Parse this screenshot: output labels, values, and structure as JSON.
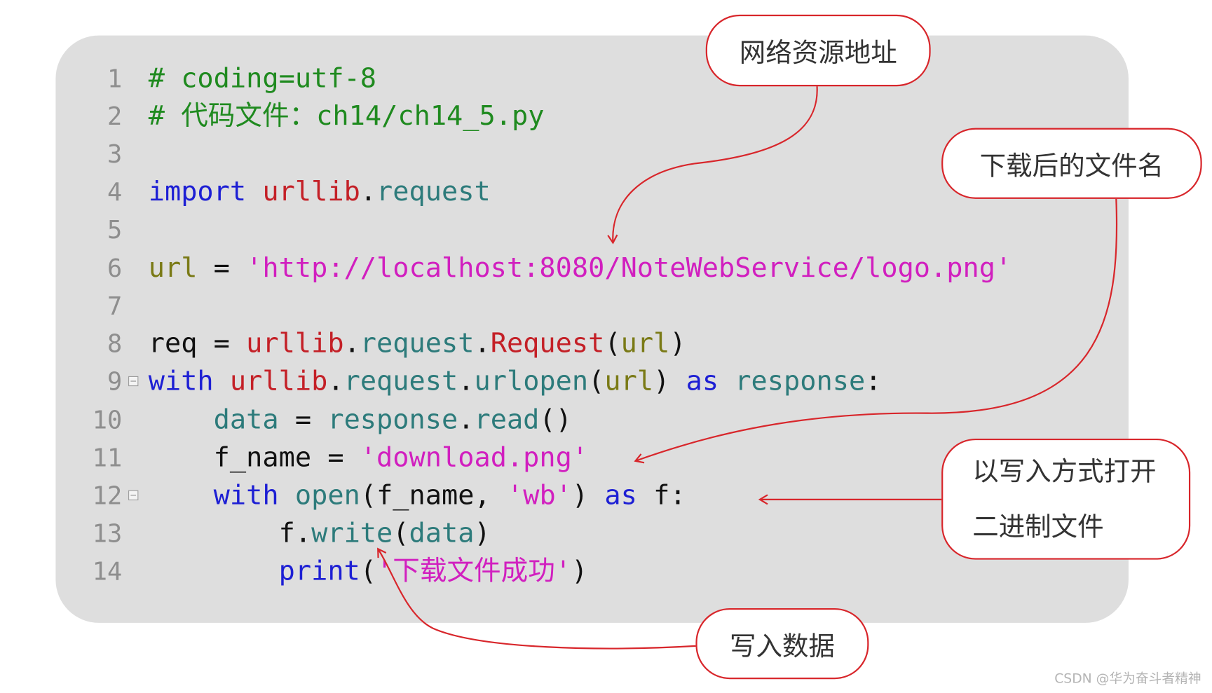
{
  "code_lines": [
    {
      "num": "1",
      "tokens": [
        {
          "t": "# coding=utf-8",
          "c": "cm"
        }
      ]
    },
    {
      "num": "2",
      "tokens": [
        {
          "t": "# 代码文件：ch14/ch14_5.py",
          "c": "cm"
        }
      ]
    },
    {
      "num": "3",
      "tokens": []
    },
    {
      "num": "4",
      "tokens": [
        {
          "t": "import",
          "c": "kw"
        },
        {
          "t": " ",
          "c": "txt"
        },
        {
          "t": "urllib",
          "c": "mod"
        },
        {
          "t": ".",
          "c": "txt"
        },
        {
          "t": "request",
          "c": "id"
        }
      ]
    },
    {
      "num": "5",
      "tokens": []
    },
    {
      "num": "6",
      "tokens": [
        {
          "t": "url",
          "c": "var"
        },
        {
          "t": " = ",
          "c": "txt"
        },
        {
          "t": "'http://localhost:8080/NoteWebService/logo.png'",
          "c": "str"
        }
      ]
    },
    {
      "num": "7",
      "tokens": []
    },
    {
      "num": "8",
      "tokens": [
        {
          "t": "req",
          "c": "txt"
        },
        {
          "t": " = ",
          "c": "txt"
        },
        {
          "t": "urllib",
          "c": "mod"
        },
        {
          "t": ".",
          "c": "txt"
        },
        {
          "t": "request",
          "c": "id"
        },
        {
          "t": ".",
          "c": "txt"
        },
        {
          "t": "Request",
          "c": "cls"
        },
        {
          "t": "(",
          "c": "txt"
        },
        {
          "t": "url",
          "c": "var"
        },
        {
          "t": ")",
          "c": "txt"
        }
      ]
    },
    {
      "num": "9",
      "fold": true,
      "tokens": [
        {
          "t": "with",
          "c": "kw"
        },
        {
          "t": " ",
          "c": "txt"
        },
        {
          "t": "urllib",
          "c": "mod"
        },
        {
          "t": ".",
          "c": "txt"
        },
        {
          "t": "request",
          "c": "id"
        },
        {
          "t": ".",
          "c": "txt"
        },
        {
          "t": "urlopen",
          "c": "id"
        },
        {
          "t": "(",
          "c": "txt"
        },
        {
          "t": "url",
          "c": "var"
        },
        {
          "t": ") ",
          "c": "txt"
        },
        {
          "t": "as",
          "c": "kw"
        },
        {
          "t": " ",
          "c": "txt"
        },
        {
          "t": "response",
          "c": "id"
        },
        {
          "t": ":",
          "c": "txt"
        }
      ]
    },
    {
      "num": "10",
      "tokens": [
        {
          "t": "    ",
          "c": "txt"
        },
        {
          "t": "data",
          "c": "id"
        },
        {
          "t": " = ",
          "c": "txt"
        },
        {
          "t": "response",
          "c": "id"
        },
        {
          "t": ".",
          "c": "txt"
        },
        {
          "t": "read",
          "c": "id"
        },
        {
          "t": "()",
          "c": "txt"
        }
      ]
    },
    {
      "num": "11",
      "tokens": [
        {
          "t": "    ",
          "c": "txt"
        },
        {
          "t": "f_name",
          "c": "txt"
        },
        {
          "t": " = ",
          "c": "txt"
        },
        {
          "t": "'download.png'",
          "c": "str"
        }
      ]
    },
    {
      "num": "12",
      "fold": true,
      "tokens": [
        {
          "t": "    ",
          "c": "txt"
        },
        {
          "t": "with",
          "c": "kw"
        },
        {
          "t": " ",
          "c": "txt"
        },
        {
          "t": "open",
          "c": "id"
        },
        {
          "t": "(",
          "c": "txt"
        },
        {
          "t": "f_name",
          "c": "txt"
        },
        {
          "t": ", ",
          "c": "txt"
        },
        {
          "t": "'wb'",
          "c": "str"
        },
        {
          "t": ") ",
          "c": "txt"
        },
        {
          "t": "as",
          "c": "kw"
        },
        {
          "t": " ",
          "c": "txt"
        },
        {
          "t": "f",
          "c": "txt"
        },
        {
          "t": ":",
          "c": "txt"
        }
      ]
    },
    {
      "num": "13",
      "tokens": [
        {
          "t": "        ",
          "c": "txt"
        },
        {
          "t": "f",
          "c": "txt"
        },
        {
          "t": ".",
          "c": "txt"
        },
        {
          "t": "write",
          "c": "id"
        },
        {
          "t": "(",
          "c": "txt"
        },
        {
          "t": "data",
          "c": "id"
        },
        {
          "t": ")",
          "c": "txt"
        }
      ]
    },
    {
      "num": "14",
      "tokens": [
        {
          "t": "        ",
          "c": "txt"
        },
        {
          "t": "print",
          "c": "kw"
        },
        {
          "t": "(",
          "c": "txt"
        },
        {
          "t": "'下载文件成功'",
          "c": "str"
        },
        {
          "t": ")",
          "c": "txt"
        }
      ]
    }
  ],
  "callouts": {
    "network_address": "网络资源地址",
    "downloaded_filename": "下载后的文件名",
    "open_binary": [
      "以写入方式打开",
      "二进制文件"
    ],
    "write_data": "写入数据"
  },
  "watermark": "CSDN @华为奋斗者精神",
  "colors": {
    "panel_background": "#dedede",
    "callout_border": "#d8262b",
    "arrow": "#d8262b",
    "comment": "#1f8a1f",
    "keyword": "#1d1fd4",
    "module": "#c42027",
    "identifier": "#2d7b7b",
    "string": "#d11fbf",
    "variable": "#7a7a16"
  }
}
